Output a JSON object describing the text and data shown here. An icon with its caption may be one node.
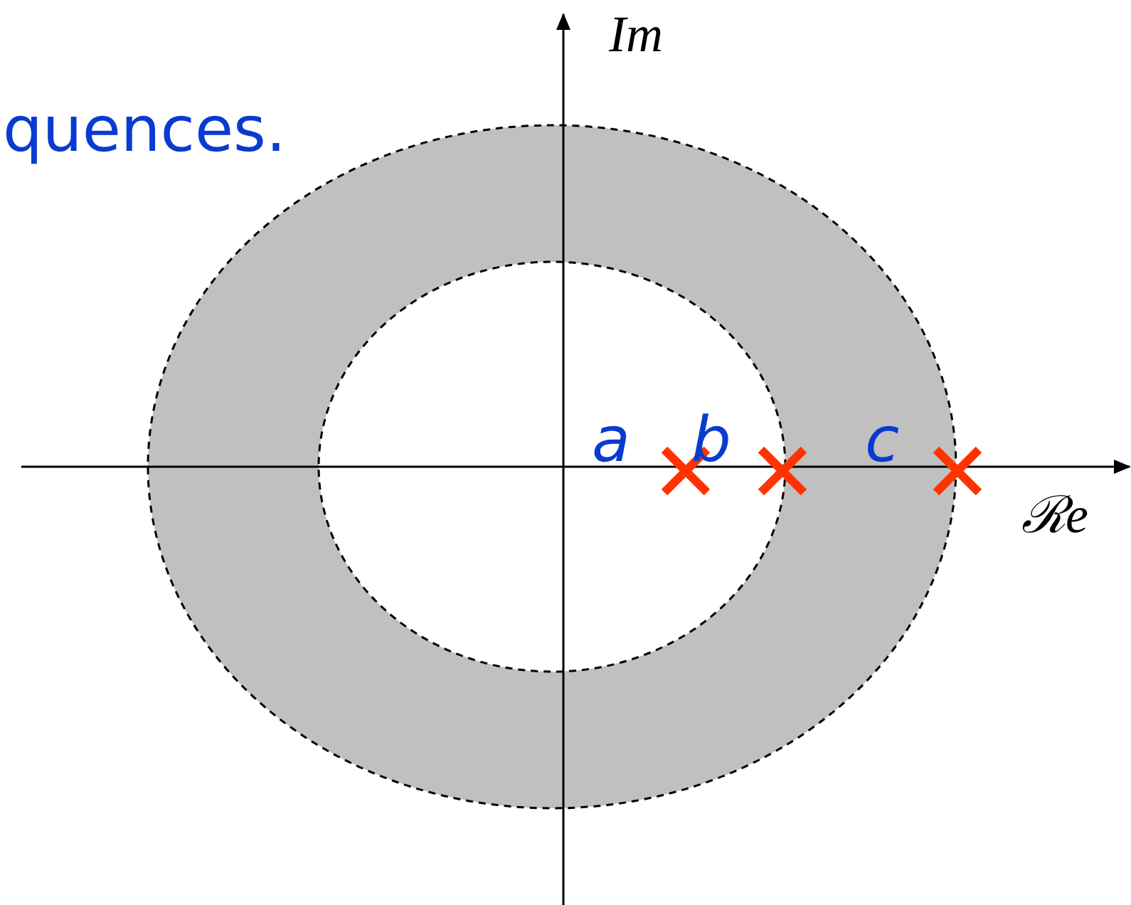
{
  "diagram": {
    "labels": [
      "quences.",
      "Im",
      "ℛe",
      "a",
      "b",
      "c"
    ]
  }
}
